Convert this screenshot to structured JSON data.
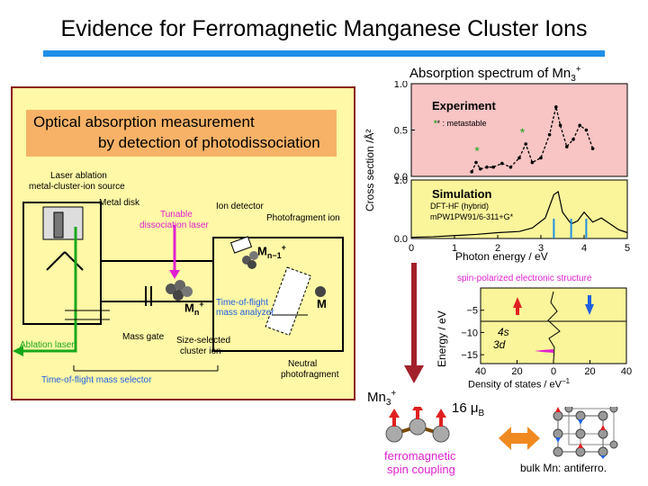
{
  "title": "Evidence for Ferromagnetic Manganese Cluster Ions",
  "colors": {
    "accent": "#1e8fe8",
    "panel_bg": "#fff8a6",
    "heading_bg": "#f7b267",
    "experiment_bg": "#f8c4c4",
    "simulation_bg": "#faf59a",
    "dos_bg": "#faf59a"
  },
  "apparatus": {
    "heading_line1": "Optical absorption measurement",
    "heading_line2": "by detection of photodissociation",
    "laser_ablation_line1": "Laser ablation",
    "laser_ablation_line2": "metal-cluster-ion source",
    "metal_disk": "Metal disk",
    "tunable_line1": "Tunable",
    "tunable_line2": "dissociation laser",
    "ion_detector": "Ion detector",
    "photofragment_ion": "Photofragment ion",
    "mn_minus_1": "M",
    "mn_minus_1_sub": "n−1",
    "mn_minus_1_sup": "+",
    "mn": "M",
    "mn_sub": "n",
    "mn_sup": "+",
    "m_neutral": "M",
    "tof_analyzer_line1": "Time-of-flight",
    "tof_analyzer_line2": "mass analyzer",
    "mass_gate": "Mass gate",
    "size_selected_line1": "Size-selected",
    "size_selected_line2": "cluster ion",
    "neutral_line1": "Neutral",
    "neutral_line2": "photofragment",
    "ablation_laser": "Ablation laser",
    "tof_selector": "Time-of-flight mass selector"
  },
  "spectrum": {
    "heading": "Absorption spectrum of Mn",
    "heading_sub": "3",
    "heading_sup": "+",
    "ylabel": "Cross section /Å²",
    "xlabel": "Photon energy / eV",
    "experiment_label": "Experiment",
    "metastable_note": "* : metastable",
    "simulation_label": "Simulation",
    "method_line1": "DFT-HF (hybrid)",
    "method_line2": "mPW1PW91/6-311+G*"
  },
  "dos": {
    "heading": "spin-polarized electronic structure",
    "ylabel": "Energy / eV",
    "xlabel": "Density of states / eV",
    "xlabel_sup": "−1",
    "label_4s": "4s",
    "label_3d": "3d"
  },
  "bottom": {
    "mn3": "Mn",
    "mn3_sub": "3",
    "mn3_sup": "+",
    "moment": "16 μ",
    "moment_sub": "B",
    "ferro_line1": "ferromagnetic",
    "ferro_line2": "spin coupling",
    "bulk": "bulk Mn: antiferro."
  },
  "chart_data": [
    {
      "type": "line",
      "title": "Experiment",
      "xlabel": "Photon energy / eV",
      "ylabel": "Cross section /Å²",
      "xlim": [
        0,
        5
      ],
      "ylim": [
        0,
        1.0
      ],
      "x_ticks": [
        "0",
        "1",
        "2",
        "3",
        "4",
        "5"
      ],
      "y_ticks": [
        "0.0",
        "0.5",
        "1.0"
      ],
      "series": [
        {
          "x": [
            1.4,
            1.5,
            1.6,
            1.75,
            1.9,
            2.1,
            2.3,
            2.5,
            2.65,
            2.8,
            3.0,
            3.2,
            3.35,
            3.45,
            3.6,
            3.75,
            3.9,
            4.05,
            4.2
          ],
          "y": [
            0.05,
            0.15,
            0.08,
            0.1,
            0.1,
            0.14,
            0.1,
            0.2,
            0.35,
            0.15,
            0.2,
            0.45,
            0.75,
            0.55,
            0.32,
            0.4,
            0.55,
            0.5,
            0.3
          ]
        }
      ],
      "metastable_markers_x": [
        1.55,
        2.6
      ]
    },
    {
      "type": "line",
      "title": "Simulation",
      "xlabel": "Photon energy / eV",
      "xlim": [
        0,
        5
      ],
      "ylim": [
        0,
        1.0
      ],
      "x_ticks": [
        "0",
        "1",
        "2",
        "3",
        "4",
        "5"
      ],
      "y_ticks": [
        "0.0",
        "1.0"
      ],
      "series": [
        {
          "x": [
            0,
            0.5,
            1.0,
            1.5,
            2.0,
            2.5,
            2.8,
            3.1,
            3.3,
            3.4,
            3.5,
            3.7,
            3.85,
            4.0,
            4.2,
            4.4,
            4.6,
            4.8,
            5.0
          ],
          "y": [
            0.02,
            0.03,
            0.05,
            0.07,
            0.1,
            0.12,
            0.18,
            0.35,
            0.75,
            0.8,
            0.45,
            0.25,
            0.3,
            0.45,
            0.28,
            0.35,
            0.25,
            0.15,
            0.1
          ]
        }
      ],
      "stick_lines_x": [
        3.3,
        3.7,
        4.05
      ]
    },
    {
      "type": "line",
      "title": "spin-polarized electronic structure",
      "xlabel": "Density of states / eV−1",
      "ylabel": "Energy / eV",
      "xlim": [
        40,
        40
      ],
      "ylim": [
        -17,
        0
      ],
      "x_ticks": [
        "40",
        "20",
        "0",
        "20",
        "40"
      ],
      "y_ticks": [
        "−5",
        "−10",
        "−15"
      ]
    }
  ]
}
